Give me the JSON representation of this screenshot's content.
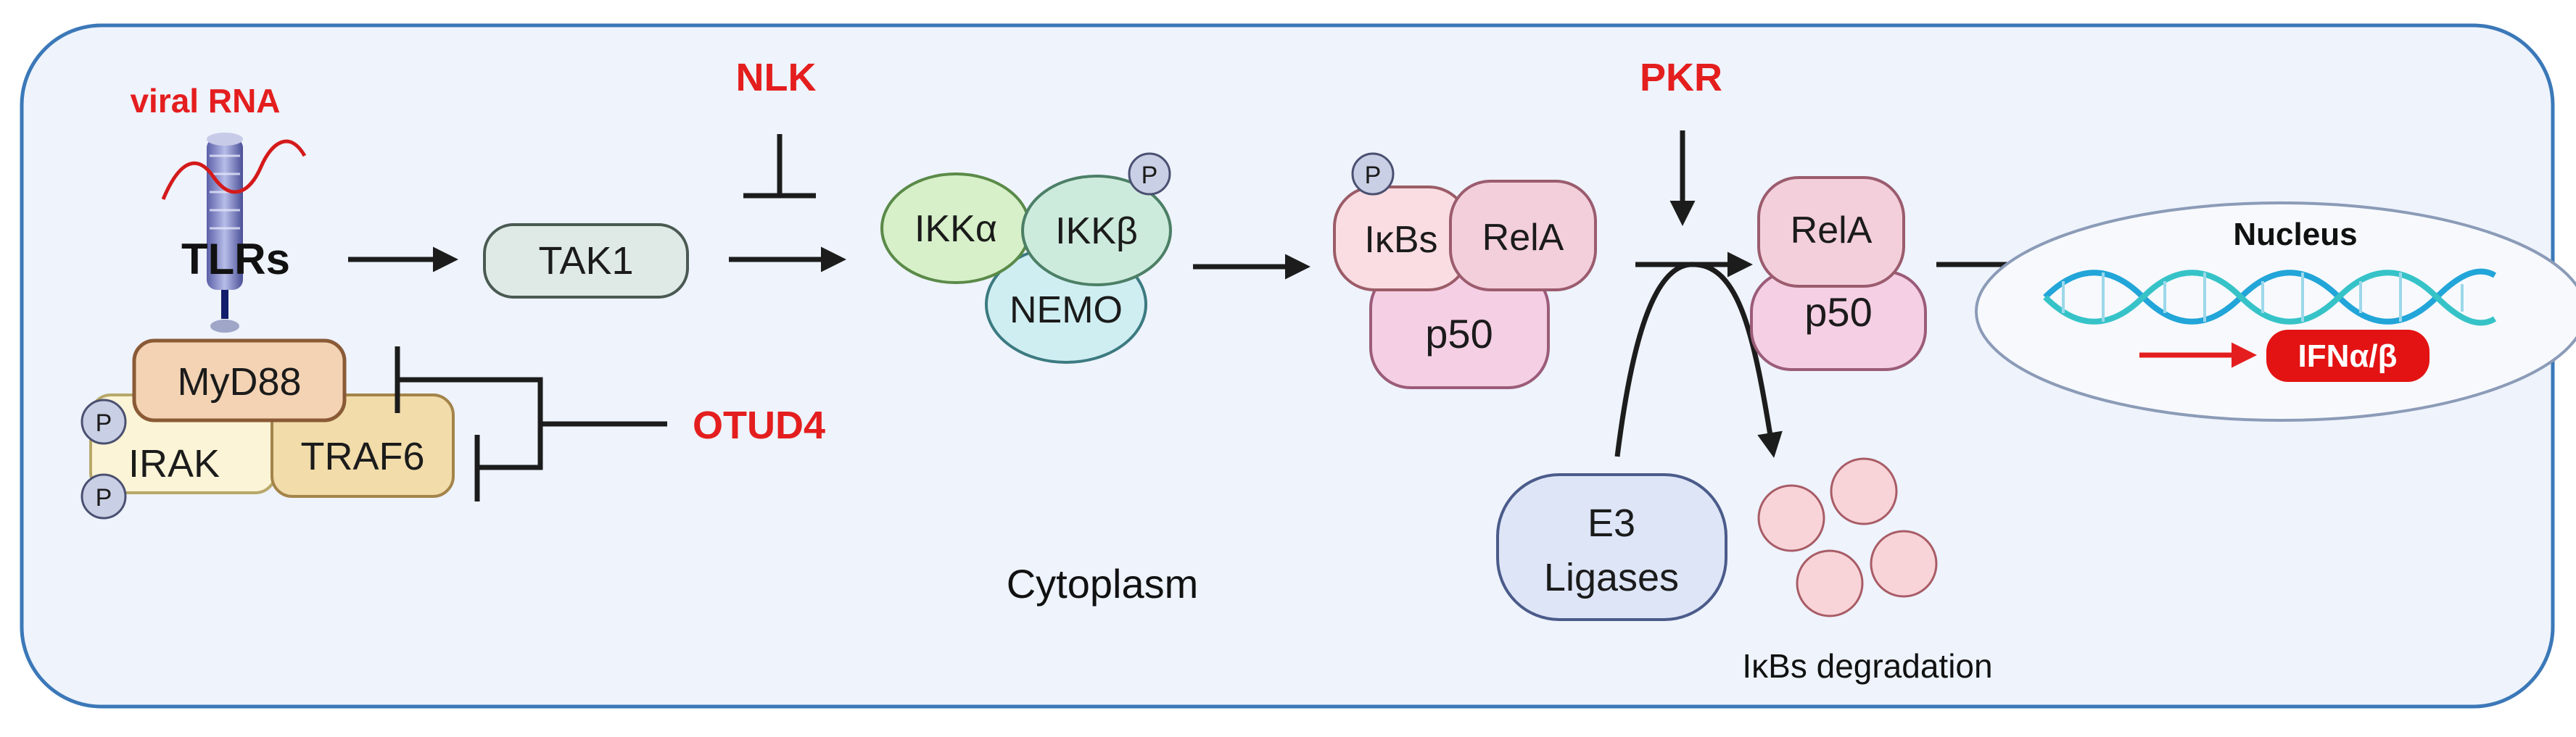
{
  "labels": {
    "viral_rna": "viral RNA",
    "tlrs": "TLRs",
    "tak1": "TAK1",
    "nlk": "NLK",
    "ikka": "IKKα",
    "ikkb": "IKKβ",
    "nemo": "NEMO",
    "ikbs": "IκBs",
    "rela": "RelA",
    "p50": "p50",
    "pkr": "PKR",
    "nucleus": "Nucleus",
    "ifn": "IFNα/β",
    "myd88": "MyD88",
    "irak": "IRAK",
    "traf6": "TRAF6",
    "otud4": "OTUD4",
    "e3_line1": "E3",
    "e3_line2": "Ligases",
    "ikbs_degradation": "IκBs degradation",
    "cytoplasm": "Cytoplasm",
    "phospho": "P"
  },
  "colors": {
    "cell_fill": "#eef3fc",
    "cell_border": "#3b78b8",
    "red_label": "#e41e1e",
    "tak1_fill": "#dfeae6",
    "ikka_fill": "#d7f0c9",
    "ikkb_fill": "#cdebdc",
    "nemo_fill": "#cfeef2",
    "ikbs_fill": "#f9dde2",
    "rela_fill": "#f3cfdb",
    "p50_fill": "#f5cfe4",
    "myd88_fill": "#f3d3b3",
    "irak_fill": "#fbf4d6",
    "traf6_fill": "#f1dcaa",
    "e3_fill": "#dde5f7",
    "degradation_fill": "#f8d4d8",
    "phospho_fill": "#c9cfe4",
    "nucleus_fill": "#f7f9fd",
    "ifn_fill": "#e31313"
  }
}
